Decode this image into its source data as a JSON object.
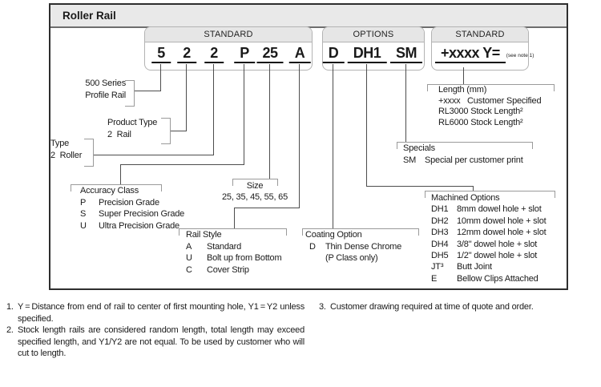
{
  "window": {
    "title": "Roller Rail"
  },
  "groups": [
    {
      "label": "STANDARD",
      "codes": [
        "5",
        "2",
        "2",
        "P",
        "25",
        "A"
      ]
    },
    {
      "label": "OPTIONS",
      "codes": [
        "D",
        "DH1",
        "SM"
      ]
    },
    {
      "label": "STANDARD",
      "code": "+xxxx Y=",
      "note": "(see note 1)"
    }
  ],
  "callouts": {
    "series": {
      "line1": "500 Series",
      "line2": "Profile Rail"
    },
    "product_type": {
      "line1": "Product Type",
      "line2": "2  Rail"
    },
    "type": {
      "line1": "Type",
      "line2": "2  Roller"
    },
    "accuracy_class": {
      "title": "Accuracy Class",
      "items": [
        {
          "code": "P",
          "desc": "Precision Grade"
        },
        {
          "code": "S",
          "desc": "Super Precision Grade"
        },
        {
          "code": "U",
          "desc": "Ultra Precision Grade"
        }
      ]
    },
    "size": {
      "title": "Size",
      "values": "25, 35, 45, 55, 65"
    },
    "rail_style": {
      "title": "Rail Style",
      "items": [
        {
          "code": "A",
          "desc": "Standard"
        },
        {
          "code": "U",
          "desc": "Bolt up from Bottom"
        },
        {
          "code": "C",
          "desc": "Cover Strip"
        }
      ]
    },
    "coating": {
      "title": "Coating Option",
      "items": [
        {
          "code": "D",
          "desc": "Thin Dense Chrome"
        },
        {
          "code": "",
          "desc": "(P Class only)"
        }
      ]
    },
    "specials": {
      "title": "Specials",
      "items": [
        {
          "code": "SM",
          "desc": "Special per customer print"
        }
      ]
    },
    "machined": {
      "title": "Machined Options",
      "items": [
        {
          "code": "DH1",
          "desc": "8mm dowel hole + slot"
        },
        {
          "code": "DH2",
          "desc": "10mm dowel hole + slot"
        },
        {
          "code": "DH3",
          "desc": "12mm dowel hole + slot"
        },
        {
          "code": "DH4",
          "desc": "3/8\" dowel hole + slot"
        },
        {
          "code": "DH5",
          "desc": "1/2\" dowel hole + slot"
        },
        {
          "code": "JT³",
          "desc": "Butt Joint"
        },
        {
          "code": "E",
          "desc": "Bellow Clips Attached"
        }
      ]
    },
    "length": {
      "title": "Length (mm)",
      "item1_code": "+xxxx",
      "item1_desc": "Customer Specified",
      "item2": "RL3000 Stock Length²",
      "item3": "RL6000 Stock Length²"
    }
  },
  "notes": [
    {
      "num": "1.",
      "text": "Y = Distance from end of rail to center of first mounting hole, Y1 = Y2 unless specified."
    },
    {
      "num": "2.",
      "text": "Stock length rails are considered random length, total length may exceed specified length, and Y1/Y2 are not equal. To be used by customer who will cut to length."
    },
    {
      "num": "3.",
      "text": "Customer drawing required at time of quote and order."
    }
  ]
}
